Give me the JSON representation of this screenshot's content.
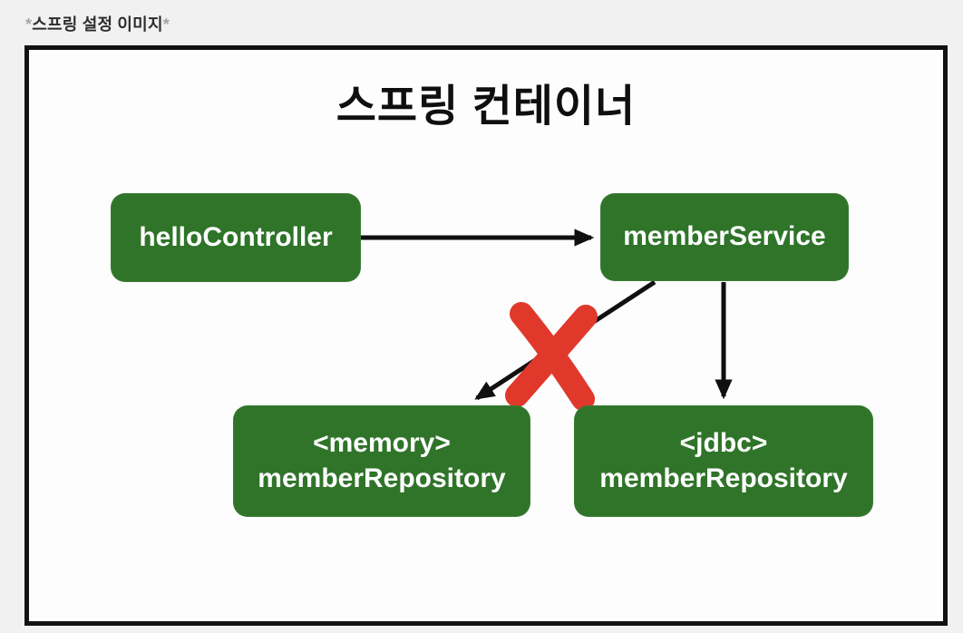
{
  "caption": {
    "prefix": "*",
    "text": "스프링 설정 이미지",
    "suffix": "*"
  },
  "diagram": {
    "title": "스프링 컨테이너",
    "nodes": {
      "hello_controller": {
        "label": "helloController"
      },
      "member_service": {
        "label": "memberService"
      },
      "memory_repository": {
        "line1": "<memory>",
        "line2": "memberRepository"
      },
      "jdbc_repository": {
        "line1": "<jdbc>",
        "line2": "memberRepository"
      }
    },
    "edges": [
      {
        "from": "helloController",
        "to": "memberService",
        "type": "arrow"
      },
      {
        "from": "memberService",
        "to": "<memory> memberRepository",
        "type": "arrow",
        "annotation": "crossed-out"
      },
      {
        "from": "memberService",
        "to": "<jdbc> memberRepository",
        "type": "arrow"
      }
    ],
    "colors": {
      "node_fill": "#2f7429",
      "node_text": "#ffffff",
      "arrow": "#101010",
      "cross_out_red": "#e0392b",
      "frame_border": "#121212",
      "frame_background": "#fdfdfd",
      "page_background": "#f1f1f1",
      "caption_text": "#2e2e2e",
      "caption_asterisk": "#a6a6a6"
    }
  }
}
